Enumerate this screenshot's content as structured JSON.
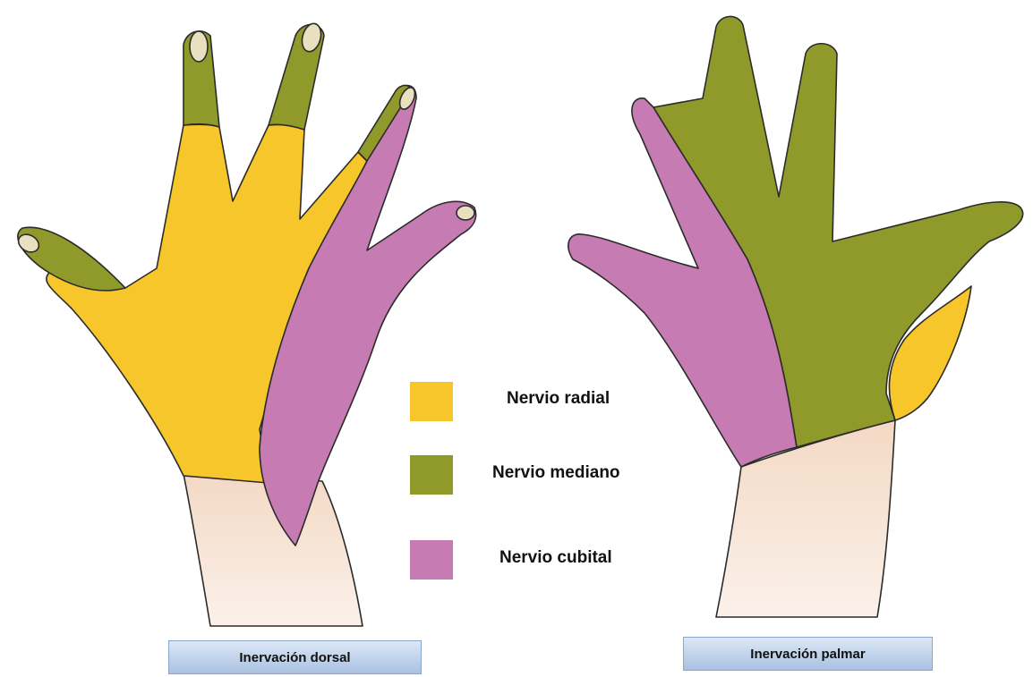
{
  "legend": {
    "items": [
      {
        "label": "Nervio radial",
        "color": "#f7c62b"
      },
      {
        "label": "Nervio mediano",
        "color": "#8f9a2a"
      },
      {
        "label": "Nervio cubital",
        "color": "#c77bb3"
      }
    ]
  },
  "captions": {
    "dorsal": "Inervación dorsal",
    "palmar": "Inervación palmar"
  },
  "colors": {
    "skin": "#f6e2d2",
    "outline": "#2b2b2b",
    "caption_bg": "#b9cde8"
  }
}
